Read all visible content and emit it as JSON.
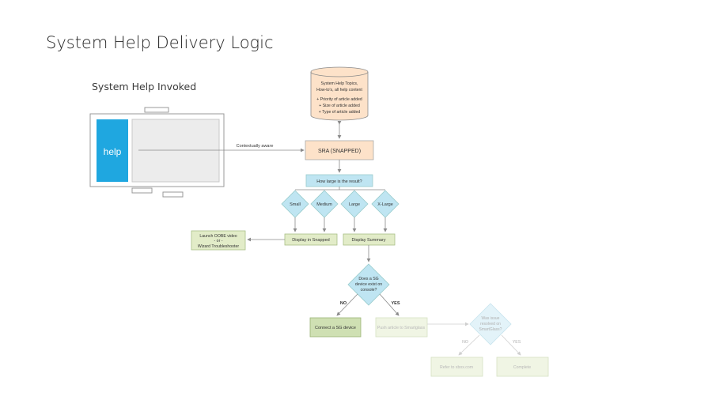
{
  "title": "System Help Delivery Logic",
  "subtitle": "System Help Invoked",
  "colors": {
    "help_blue": "#1fa7e0",
    "database_fill": "#fde2c9",
    "sra_fill": "#fde2c9",
    "decision_blue": "#bfe5f2",
    "process_green": "#e2ecc8",
    "connect_green": "#cfe0b3",
    "faded_green": "#f0f5e4",
    "faded_blue": "#e3f3f9"
  },
  "monitor": {
    "help_label": "help"
  },
  "database": {
    "lines": [
      "System Help Topics,",
      "How-to's, all help content"
    ],
    "items": [
      "+ Priority of article added",
      "+ Size of article added",
      "+ Type of article added"
    ]
  },
  "edge_label": "Contextually aware",
  "sra": "SRA (SNAPPED)",
  "question": "How large is the result?",
  "sizes": [
    "Small",
    "Medium",
    "Large",
    "X-Large"
  ],
  "display_snapped": "Display in Snapped",
  "display_summary": "Display Summary",
  "launch_box": [
    "Launch OOBE video",
    "- or -",
    "Wizard Troubleshooter"
  ],
  "sg_decision": [
    "Does a SG",
    "device exist on",
    "console?"
  ],
  "no_label": "NO",
  "yes_label": "YES",
  "connect": "Connect a SG device",
  "push": "Push article to Smartglass",
  "resolved_decision": [
    "Was issue",
    "resolved on",
    "SmartGlass?"
  ],
  "no_label_2": "NO",
  "yes_label_2": "YES",
  "refer": "Refer to xbox.com",
  "complete": "Complete"
}
